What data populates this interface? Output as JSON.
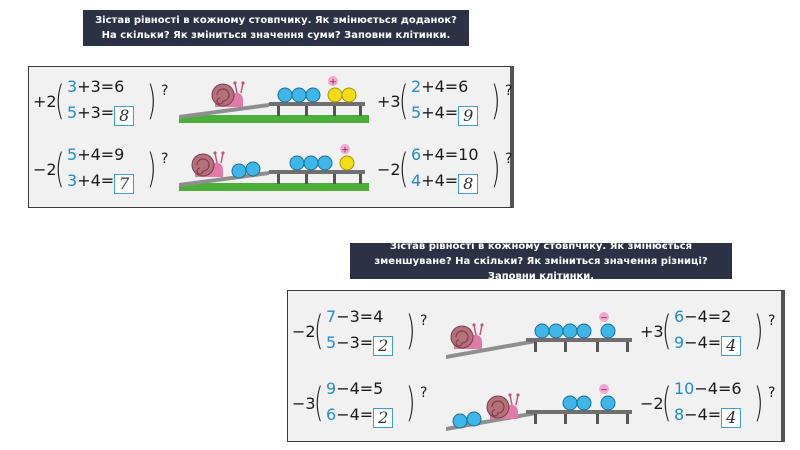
{
  "task1": {
    "instruction": "Зістав рівності в кожному стовпчику. Як змінюється доданок? На скільки? Як зміниться значення суми? Заповни клітинки.",
    "rows": [
      {
        "left": {
          "op": "+2",
          "top": {
            "a": "3",
            "rest": "+3=6"
          },
          "bottom": {
            "a": "5",
            "rest": "+3=",
            "answer": "8"
          }
        },
        "right": {
          "op": "+3",
          "top": {
            "a": "2",
            "rest": "+4=6"
          },
          "bottom": {
            "a": "5",
            "rest": "+4=",
            "answer": "9"
          }
        }
      },
      {
        "left": {
          "op": "−2",
          "top": {
            "a": "5",
            "rest": "+4=9"
          },
          "bottom": {
            "a": "3",
            "rest": "+4=",
            "answer": "7"
          }
        },
        "right": {
          "op": "−2",
          "top": {
            "a": "6",
            "rest": "+4=10"
          },
          "bottom": {
            "a": "4",
            "rest": "+4=",
            "answer": "8"
          }
        }
      }
    ]
  },
  "task2": {
    "instruction": "Зістав рівності в кожному стовпчику. Як змінюється зменшуване? На скільки? Як зміниться значення різниці? Заповни клітинки.",
    "rows": [
      {
        "left": {
          "op": "−2",
          "top": {
            "a": "7",
            "rest": "−3=4"
          },
          "bottom": {
            "a": "5",
            "rest": "−3=",
            "answer": "2"
          }
        },
        "right": {
          "op": "+3",
          "top": {
            "a": "6",
            "rest": "−4=2"
          },
          "bottom": {
            "a": "9",
            "rest": "−4=",
            "answer": "4"
          }
        }
      },
      {
        "left": {
          "op": "−3",
          "top": {
            "a": "9",
            "rest": "−4=5"
          },
          "bottom": {
            "a": "6",
            "rest": "−4=",
            "answer": "2"
          }
        },
        "right": {
          "op": "−2",
          "top": {
            "a": "10",
            "rest": "−4=6"
          },
          "bottom": {
            "a": "8",
            "rest": "−4=",
            "answer": "4"
          }
        }
      }
    ]
  },
  "questionMark": "?",
  "plusSign": "+",
  "minusSign": "−",
  "colors": {
    "bannerBg": "#2b3245",
    "blueNumber": "#1f8ccc",
    "blueBall": "#3fb6e8",
    "yellowBall": "#f2dc1a",
    "snail": "#e07aa8",
    "shell": "#b5707a",
    "grass": "#4caf3a",
    "signCircle": "#f2a8cf"
  }
}
